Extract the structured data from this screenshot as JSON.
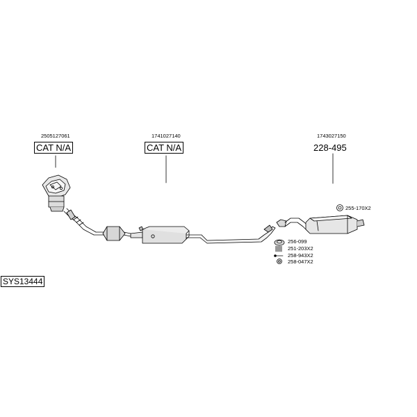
{
  "parts": {
    "cat_front": {
      "part_no": "2505127061",
      "label": "CAT N/A"
    },
    "cat_middle": {
      "part_no": "1741027140",
      "label": "CAT N/A"
    },
    "rear_muffler": {
      "part_no": "1743027150",
      "label": "228-495"
    }
  },
  "fittings": [
    {
      "code": "255-170X2"
    },
    {
      "code": "256-099"
    },
    {
      "code": "251-203X2"
    },
    {
      "code": "258-943X2"
    },
    {
      "code": "258-047X2"
    }
  ],
  "system_ref": "SYS13444"
}
